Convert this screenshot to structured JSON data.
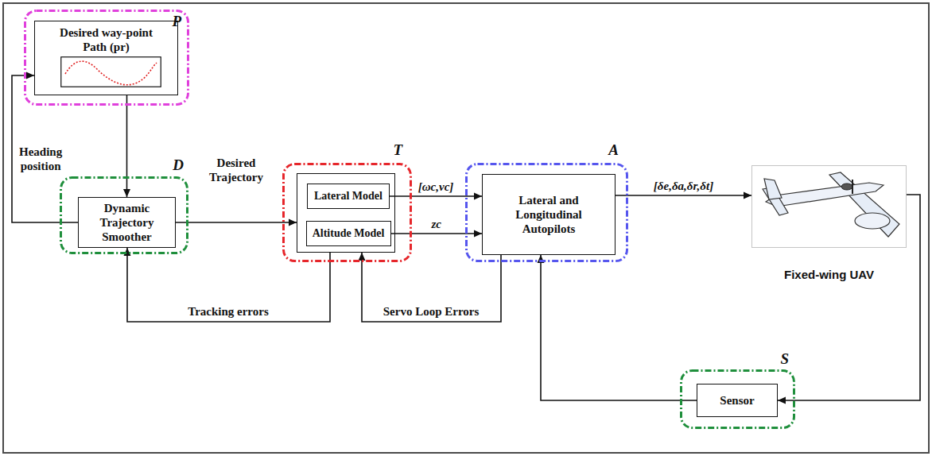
{
  "diagram": {
    "nodes": [
      {
        "text": [
          "P"
        ]
      },
      {
        "text": [
          "Desired way-point Path (pr)"
        ],
        "in": 0
      },
      {
        "text": [
          "D"
        ]
      },
      {
        "text": [
          "Dynamic Trajectory Smoother"
        ],
        "in": 2
      },
      {
        "text": [
          "T"
        ]
      },
      {
        "text": [
          "Lateral Model"
        ],
        "in": 4
      },
      {
        "text": [
          "Altitude Model"
        ],
        "in": 4
      },
      {
        "text": [
          "A"
        ]
      },
      {
        "text": [
          "Lateral and Longitudinal Autopilots"
        ],
        "in": 7
      },
      {
        "text": [
          "Fixed-wing UAV"
        ]
      },
      {
        "text": [
          "S"
        ]
      },
      {
        "text": [
          "Sensor"
        ],
        "in": 10
      }
    ],
    "edges": [
      {
        "from": 3,
        "to": 1,
        "arrow": "to",
        "label": "Heading position"
      },
      {
        "from": 1,
        "to": 3,
        "arrow": "to"
      },
      {
        "from": 3,
        "to": 4,
        "arrow": "to",
        "label": "Desired Trajectory"
      },
      {
        "from": 5,
        "to": 8,
        "arrow": "to",
        "label": "[ωc,vc]"
      },
      {
        "from": 6,
        "to": 8,
        "arrow": "to",
        "label": "zc"
      },
      {
        "from": 8,
        "to": 9,
        "arrow": "to",
        "label": "[δe,δa,δr,δt]"
      },
      {
        "from": 9,
        "to": 11,
        "arrow": "to"
      },
      {
        "from": 11,
        "to": 8,
        "arrow": "to"
      },
      {
        "from": 8,
        "to": 4,
        "arrow": "to",
        "label": "Servo Loop Errors"
      },
      {
        "from": 4,
        "to": 3,
        "arrow": "to",
        "label": "Tracking errors"
      }
    ]
  }
}
